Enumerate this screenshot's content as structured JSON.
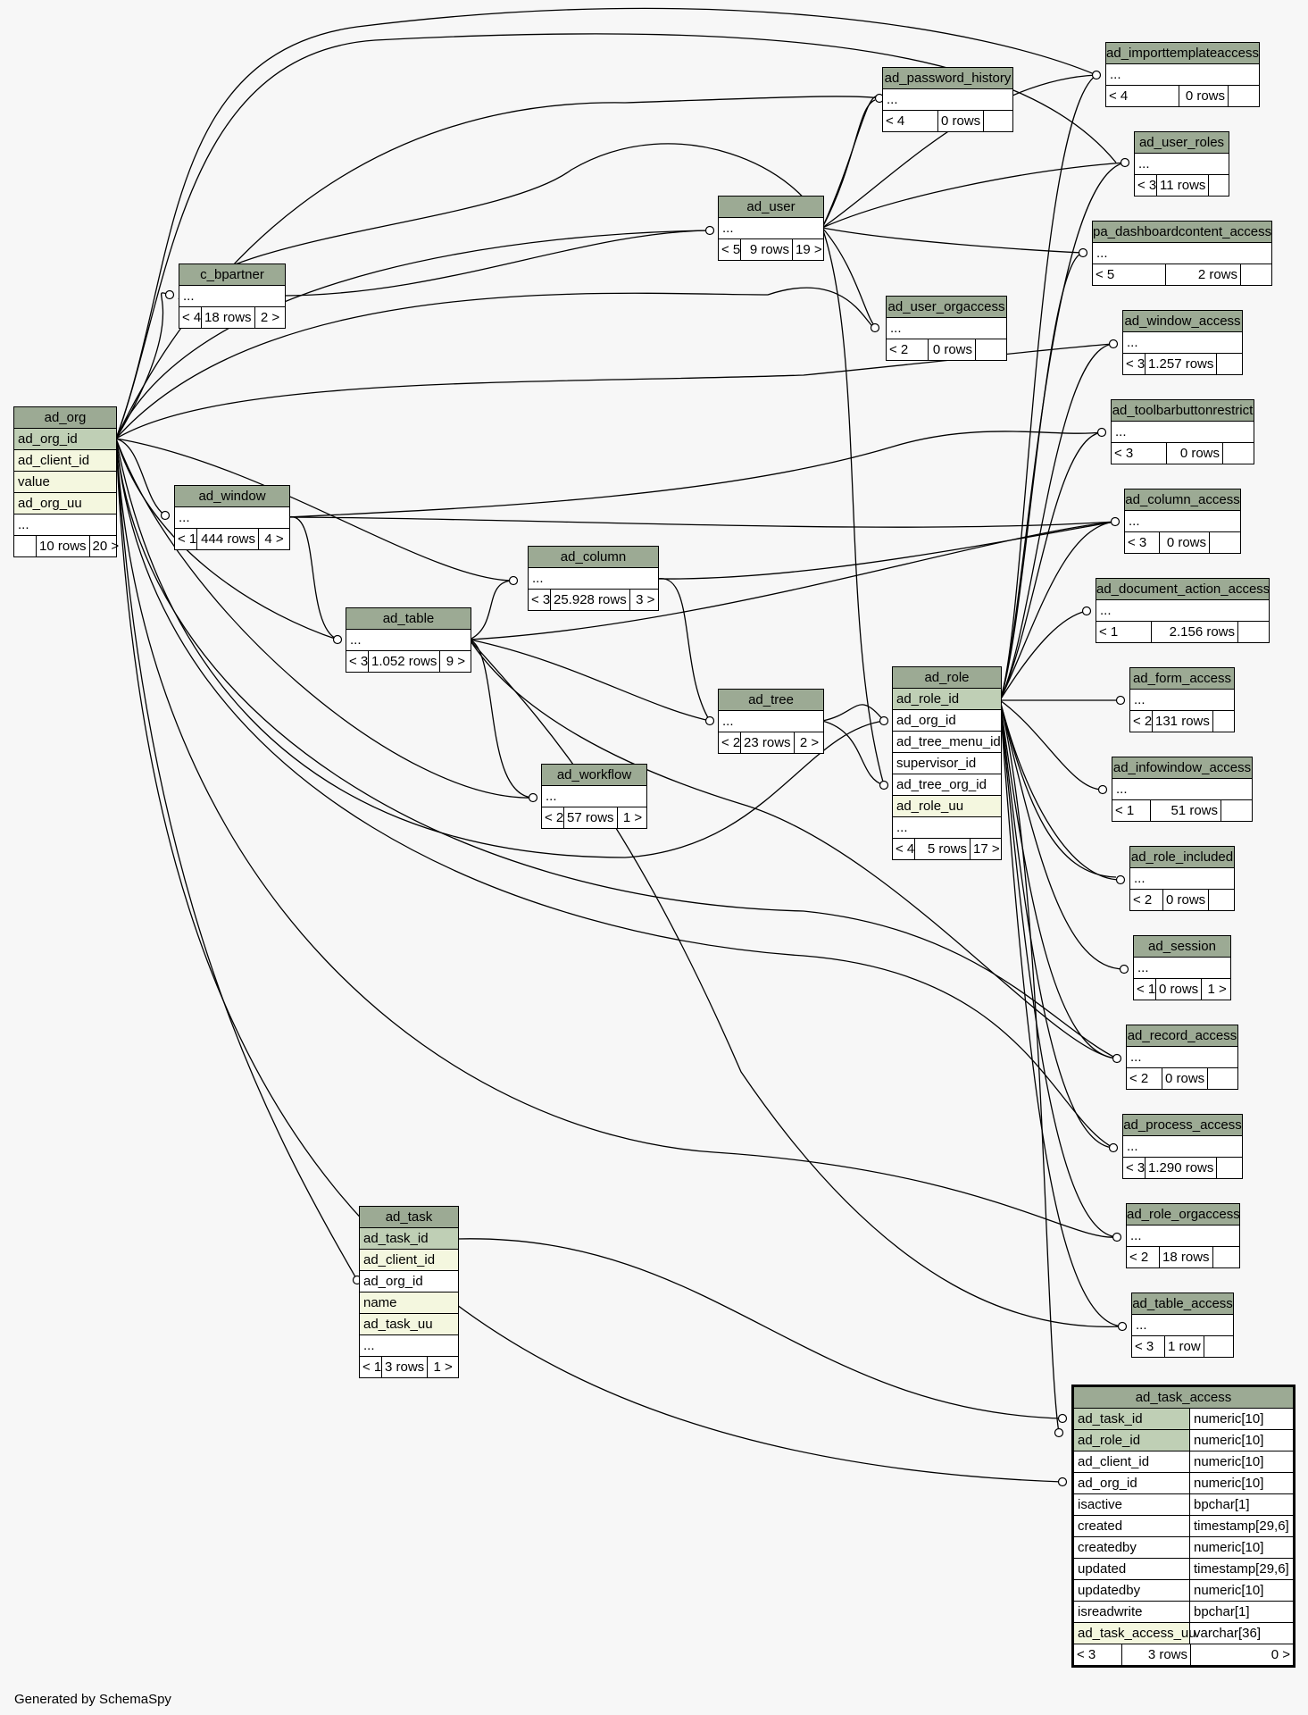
{
  "footer": "Generated by SchemaSpy",
  "tables": {
    "ad_org": {
      "name": "ad_org",
      "rows": [
        {
          "t": "ad_org_id",
          "k": "pk"
        },
        {
          "t": "ad_client_id",
          "k": "idx"
        },
        {
          "t": "value",
          "k": "idx"
        },
        {
          "t": "ad_org_uu",
          "k": "idx"
        },
        {
          "t": "...",
          "k": "plain"
        }
      ],
      "stats": [
        "",
        "10 rows",
        "20 >"
      ]
    },
    "c_bpartner": {
      "name": "c_bpartner",
      "rows": [
        {
          "t": "...",
          "k": "plain"
        }
      ],
      "stats": [
        "< 4",
        "18 rows",
        "2 >"
      ]
    },
    "ad_window": {
      "name": "ad_window",
      "rows": [
        {
          "t": "...",
          "k": "plain"
        }
      ],
      "stats": [
        "< 1",
        "444 rows",
        "4 >"
      ]
    },
    "ad_table": {
      "name": "ad_table",
      "rows": [
        {
          "t": "...",
          "k": "plain"
        }
      ],
      "stats": [
        "< 3",
        "1.052 rows",
        "9 >"
      ]
    },
    "ad_column": {
      "name": "ad_column",
      "rows": [
        {
          "t": "...",
          "k": "plain"
        }
      ],
      "stats": [
        "< 3",
        "25.928 rows",
        "3 >"
      ]
    },
    "ad_workflow": {
      "name": "ad_workflow",
      "rows": [
        {
          "t": "...",
          "k": "plain"
        }
      ],
      "stats": [
        "< 2",
        "57 rows",
        "1 >"
      ]
    },
    "ad_tree": {
      "name": "ad_tree",
      "rows": [
        {
          "t": "...",
          "k": "plain"
        }
      ],
      "stats": [
        "< 2",
        "23 rows",
        "2 >"
      ]
    },
    "ad_user": {
      "name": "ad_user",
      "rows": [
        {
          "t": "...",
          "k": "plain"
        }
      ],
      "stats": [
        "< 5",
        "9 rows",
        "19 >"
      ]
    },
    "ad_password_history": {
      "name": "ad_password_history",
      "rows": [
        {
          "t": "...",
          "k": "plain"
        }
      ],
      "stats": [
        "< 4",
        "0 rows",
        ""
      ]
    },
    "ad_user_orgaccess": {
      "name": "ad_user_orgaccess",
      "rows": [
        {
          "t": "...",
          "k": "plain"
        }
      ],
      "stats": [
        "< 2",
        "0 rows",
        ""
      ]
    },
    "ad_role": {
      "name": "ad_role",
      "rows": [
        {
          "t": "ad_role_id",
          "k": "pk"
        },
        {
          "t": "ad_org_id",
          "k": "plain"
        },
        {
          "t": "ad_tree_menu_id",
          "k": "plain"
        },
        {
          "t": "supervisor_id",
          "k": "plain"
        },
        {
          "t": "ad_tree_org_id",
          "k": "plain"
        },
        {
          "t": "ad_role_uu",
          "k": "idx"
        },
        {
          "t": "...",
          "k": "plain"
        }
      ],
      "stats": [
        "< 4",
        "5 rows",
        "17 >"
      ]
    },
    "ad_task": {
      "name": "ad_task",
      "rows": [
        {
          "t": "ad_task_id",
          "k": "pk"
        },
        {
          "t": "ad_client_id",
          "k": "idx"
        },
        {
          "t": "ad_org_id",
          "k": "plain"
        },
        {
          "t": "name",
          "k": "idx"
        },
        {
          "t": "ad_task_uu",
          "k": "idx"
        },
        {
          "t": "...",
          "k": "plain"
        }
      ],
      "stats": [
        "< 1",
        "3 rows",
        "1 >"
      ]
    },
    "ad_importtemplateaccess": {
      "name": "ad_importtemplateaccess",
      "rows": [
        {
          "t": "...",
          "k": "plain"
        }
      ],
      "stats": [
        "< 4",
        "0 rows",
        ""
      ]
    },
    "ad_user_roles": {
      "name": "ad_user_roles",
      "rows": [
        {
          "t": "...",
          "k": "plain"
        }
      ],
      "stats": [
        "< 3",
        "11 rows",
        ""
      ]
    },
    "pa_dashboardcontent_access": {
      "name": "pa_dashboardcontent_access",
      "rows": [
        {
          "t": "...",
          "k": "plain"
        }
      ],
      "stats": [
        "< 5",
        "2 rows",
        ""
      ]
    },
    "ad_window_access": {
      "name": "ad_window_access",
      "rows": [
        {
          "t": "...",
          "k": "plain"
        }
      ],
      "stats": [
        "< 3",
        "1.257 rows",
        ""
      ]
    },
    "ad_toolbarbuttonrestrict": {
      "name": "ad_toolbarbuttonrestrict",
      "rows": [
        {
          "t": "...",
          "k": "plain"
        }
      ],
      "stats": [
        "< 3",
        "0 rows",
        ""
      ]
    },
    "ad_column_access": {
      "name": "ad_column_access",
      "rows": [
        {
          "t": "...",
          "k": "plain"
        }
      ],
      "stats": [
        "< 3",
        "0 rows",
        ""
      ]
    },
    "ad_document_action_access": {
      "name": "ad_document_action_access",
      "rows": [
        {
          "t": "...",
          "k": "plain"
        }
      ],
      "stats": [
        "< 1",
        "2.156 rows",
        ""
      ]
    },
    "ad_form_access": {
      "name": "ad_form_access",
      "rows": [
        {
          "t": "...",
          "k": "plain"
        }
      ],
      "stats": [
        "< 2",
        "131 rows",
        ""
      ]
    },
    "ad_infowindow_access": {
      "name": "ad_infowindow_access",
      "rows": [
        {
          "t": "...",
          "k": "plain"
        }
      ],
      "stats": [
        "< 1",
        "51 rows",
        ""
      ]
    },
    "ad_role_included": {
      "name": "ad_role_included",
      "rows": [
        {
          "t": "...",
          "k": "plain"
        }
      ],
      "stats": [
        "< 2",
        "0 rows",
        ""
      ]
    },
    "ad_session": {
      "name": "ad_session",
      "rows": [
        {
          "t": "...",
          "k": "plain"
        }
      ],
      "stats": [
        "< 1",
        "0 rows",
        "1 >"
      ]
    },
    "ad_record_access": {
      "name": "ad_record_access",
      "rows": [
        {
          "t": "...",
          "k": "plain"
        }
      ],
      "stats": [
        "< 2",
        "0 rows",
        ""
      ]
    },
    "ad_process_access": {
      "name": "ad_process_access",
      "rows": [
        {
          "t": "...",
          "k": "plain"
        }
      ],
      "stats": [
        "< 3",
        "1.290 rows",
        ""
      ]
    },
    "ad_role_orgaccess": {
      "name": "ad_role_orgaccess",
      "rows": [
        {
          "t": "...",
          "k": "plain"
        }
      ],
      "stats": [
        "< 2",
        "18 rows",
        ""
      ]
    },
    "ad_table_access": {
      "name": "ad_table_access",
      "rows": [
        {
          "t": "...",
          "k": "plain"
        }
      ],
      "stats": [
        "< 3",
        "1 row",
        ""
      ]
    }
  },
  "main_table": {
    "name": "ad_task_access",
    "columns": [
      {
        "n": "ad_task_id",
        "t": "numeric[10]",
        "k": "pk"
      },
      {
        "n": "ad_role_id",
        "t": "numeric[10]",
        "k": "pk"
      },
      {
        "n": "ad_client_id",
        "t": "numeric[10]",
        "k": "plain"
      },
      {
        "n": "ad_org_id",
        "t": "numeric[10]",
        "k": "plain"
      },
      {
        "n": "isactive",
        "t": "bpchar[1]",
        "k": "plain"
      },
      {
        "n": "created",
        "t": "timestamp[29,6]",
        "k": "plain"
      },
      {
        "n": "createdby",
        "t": "numeric[10]",
        "k": "plain"
      },
      {
        "n": "updated",
        "t": "timestamp[29,6]",
        "k": "plain"
      },
      {
        "n": "updatedby",
        "t": "numeric[10]",
        "k": "plain"
      },
      {
        "n": "isreadwrite",
        "t": "bpchar[1]",
        "k": "plain"
      },
      {
        "n": "ad_task_access_uu",
        "t": "varchar[36]",
        "k": "idx"
      }
    ],
    "stats": [
      "< 3",
      "3 rows",
      "0 >"
    ]
  },
  "colors": {
    "header": "#9caa94",
    "pk": "#bfcfb5",
    "indexed": "#f4f7df",
    "background": "#f7f7f7"
  }
}
